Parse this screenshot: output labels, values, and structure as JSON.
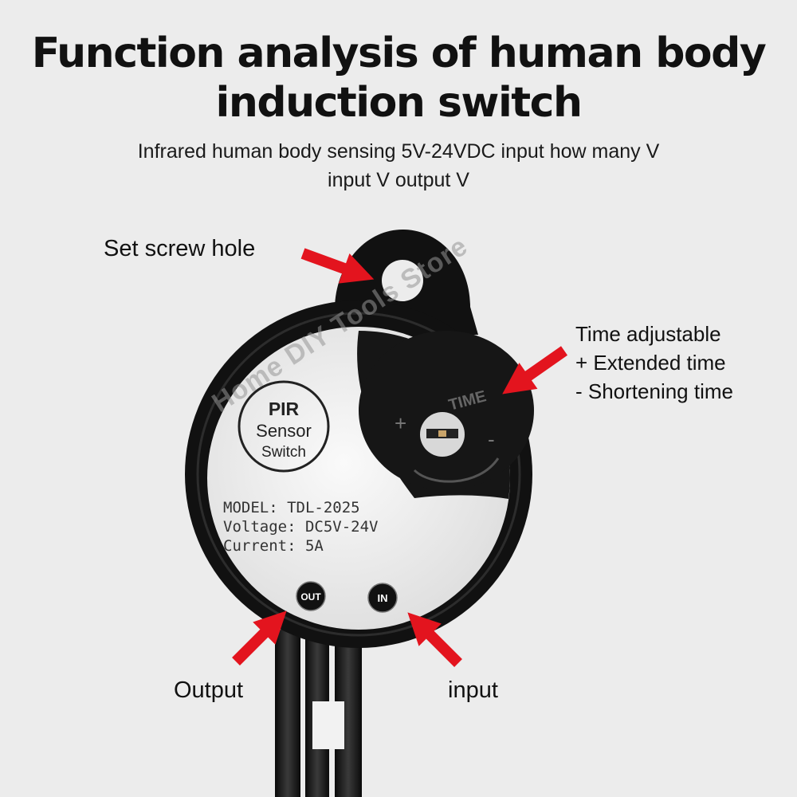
{
  "header": {
    "title_line1": "Function analysis of human body",
    "title_line2": "induction switch",
    "subtitle_line1": "Infrared human body sensing 5V-24VDC input how many V",
    "subtitle_line2": "input V output V"
  },
  "callouts": {
    "screw_hole": "Set screw hole",
    "time_line1": "Time adjustable",
    "time_line2": "+ Extended time",
    "time_line3": "- Shortening time",
    "output": "Output",
    "input": "input"
  },
  "device": {
    "logo_line1": "PIR",
    "logo_line2": "Sensor",
    "logo_line3": "Switch",
    "model": "MODEL: TDL-2025",
    "voltage": "Voltage: DC5V-24V",
    "current": "Current: 5A",
    "out_badge": "OUT",
    "in_badge": "IN",
    "dial_label": "TIME",
    "dial_plus": "+",
    "dial_minus": "-"
  },
  "watermark": "Home DIY Tools Store",
  "colors": {
    "background": "#ececec",
    "housing": "#111111",
    "face": "#f4f4f4",
    "arrow": "#e3141e"
  }
}
